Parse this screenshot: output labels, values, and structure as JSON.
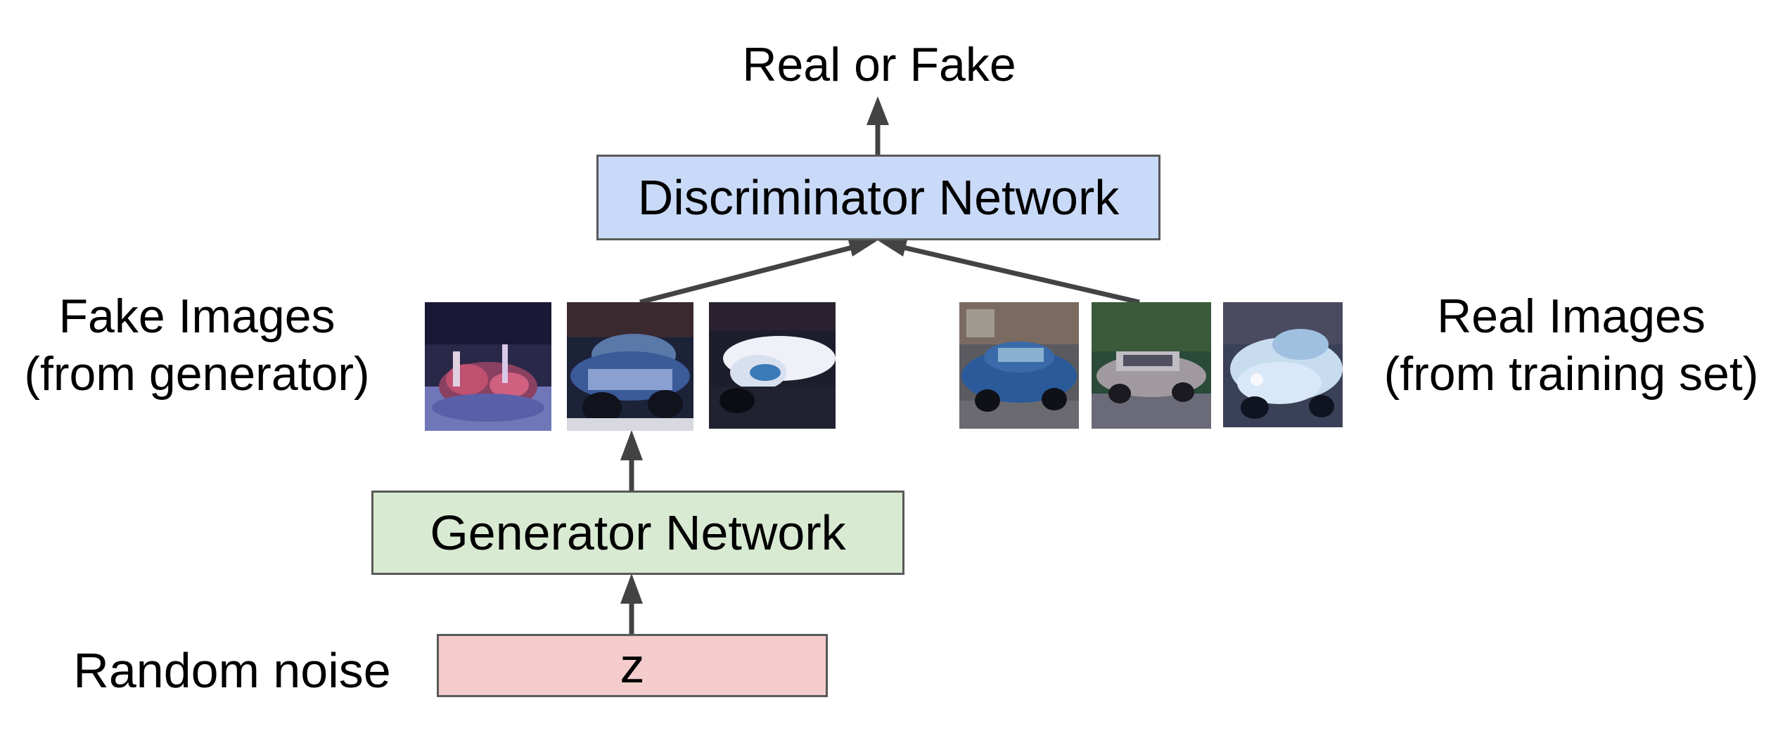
{
  "output_label": "Real or Fake",
  "discriminator": {
    "label": "Discriminator Network",
    "fill": "#c9daf8"
  },
  "generator": {
    "label": "Generator Network",
    "fill": "#d9ead3"
  },
  "noise": {
    "label": "Random noise",
    "box_text": "z",
    "fill": "#f4cccc"
  },
  "fake_images": {
    "line1": "Fake Images",
    "line2": "(from generator)"
  },
  "real_images": {
    "line1": "Real Images",
    "line2": "(from training set)"
  },
  "colors": {
    "border": "#595959",
    "arrow": "#434343"
  }
}
